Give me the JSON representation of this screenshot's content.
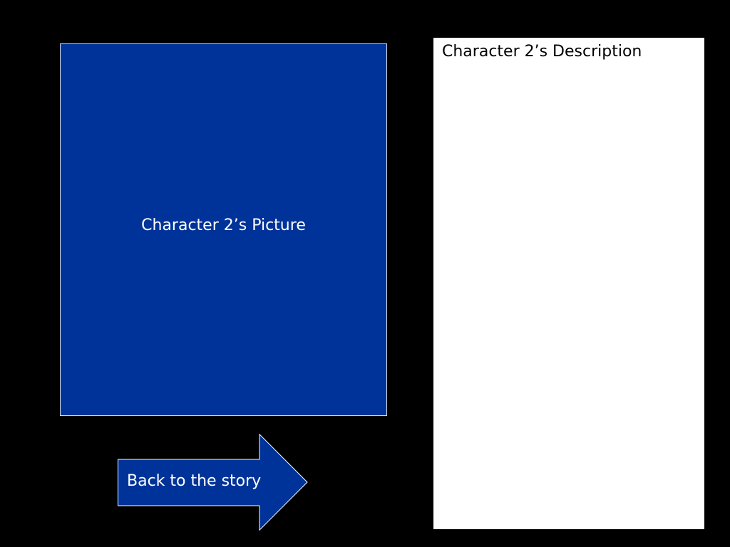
{
  "slide": {
    "background_color": "#000000"
  },
  "picture_panel": {
    "label": "Character 2’s Picture",
    "fill_color": "#003399"
  },
  "description_panel": {
    "title": "Character 2’s Description",
    "fill_color": "#ffffff"
  },
  "back_button": {
    "label": "Back to the story",
    "icon": "right-arrow-icon",
    "fill_color": "#003399",
    "border_color": "#ffffff"
  }
}
